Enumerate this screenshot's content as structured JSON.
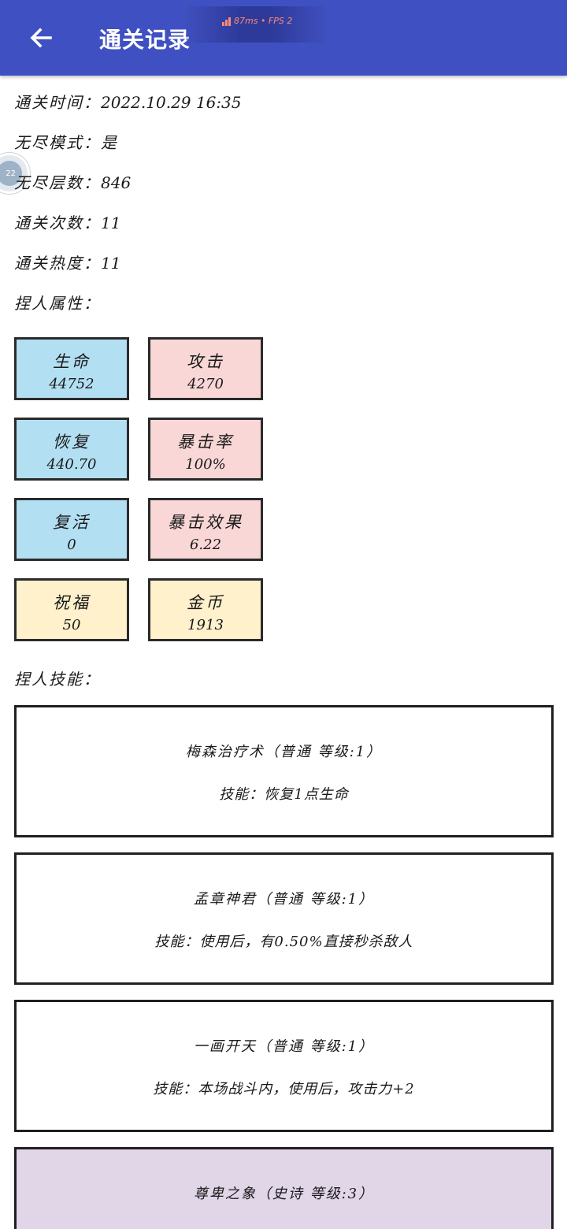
{
  "appbar": {
    "title": "通关记录",
    "perf": "87ms • FPS 2"
  },
  "bubble": {
    "text": "22"
  },
  "info": [
    {
      "key": "通关时间：",
      "value": "2022.10.29 16:35"
    },
    {
      "key": "无尽模式：",
      "value": "是"
    },
    {
      "key": "无尽层数：",
      "value": "846"
    },
    {
      "key": "通关次数：",
      "value": "11"
    },
    {
      "key": "通关热度：",
      "value": "11"
    }
  ],
  "attributes_label": "捏人属性：",
  "stats": [
    {
      "name": "生命",
      "value": "44752"
    },
    {
      "name": "攻击",
      "value": "4270"
    },
    {
      "name": "恢复",
      "value": "440.70"
    },
    {
      "name": "暴击率",
      "value": "100%"
    },
    {
      "name": "复活",
      "value": "0"
    },
    {
      "name": "暴击效果",
      "value": "6.22"
    },
    {
      "name": "祝福",
      "value": "50"
    },
    {
      "name": "金币",
      "value": "1913"
    }
  ],
  "colors": {
    "appbar": "#3f51c2",
    "blue": "#b3dff2",
    "pink": "#f8d7d6",
    "yellow": "#fff1cc",
    "epic": "#e1d5e8"
  },
  "skills_label": "捏人技能：",
  "skills": [
    {
      "title": "梅森治疗术（普通 等级:1）",
      "desc": "技能：恢复1点生命"
    },
    {
      "title": "孟章神君（普通 等级:1）",
      "desc": "技能：使用后，有0.50%直接秒杀敌人"
    },
    {
      "title": "一画开天（普通 等级:1）",
      "desc": "技能：本场战斗内，使用后，攻击力+2"
    },
    {
      "title": "尊卑之象（史诗 等级:3）",
      "desc": ""
    }
  ]
}
